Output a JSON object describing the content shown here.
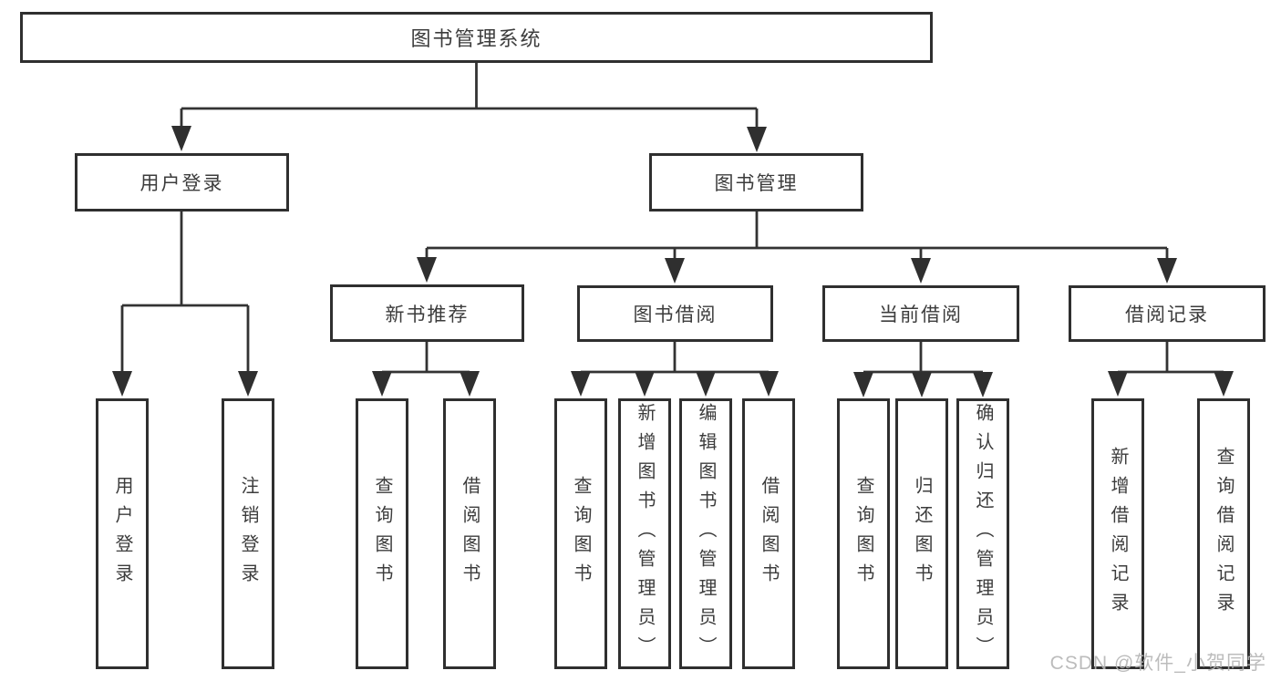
{
  "diagram_title": "图书管理系统",
  "tree": {
    "label": "图书管理系统",
    "children": [
      {
        "label": "用户登录",
        "children": [
          {
            "label": "用户登录"
          },
          {
            "label": "注销登录"
          }
        ]
      },
      {
        "label": "图书管理",
        "children": [
          {
            "label": "新书推荐",
            "children": [
              {
                "label": "查询图书"
              },
              {
                "label": "借阅图书"
              }
            ]
          },
          {
            "label": "图书借阅",
            "children": [
              {
                "label": "查询图书"
              },
              {
                "label": "新增图书（管理员）"
              },
              {
                "label": "编辑图书（管理员）"
              },
              {
                "label": "借阅图书"
              }
            ]
          },
          {
            "label": "当前借阅",
            "children": [
              {
                "label": "查询图书"
              },
              {
                "label": "归还图书"
              },
              {
                "label": "确认归还（管理员）"
              }
            ]
          },
          {
            "label": "借阅记录",
            "children": [
              {
                "label": "新增借阅记录"
              },
              {
                "label": "查询借阅记录"
              }
            ]
          }
        ]
      }
    ]
  },
  "watermark": "CSDN @软件_小贺同学",
  "colors": {
    "line": "#333333",
    "box_border": "#2f2f2f",
    "text": "#3c3c3c",
    "background": "#ffffff",
    "watermark": "#b5b5b5"
  }
}
